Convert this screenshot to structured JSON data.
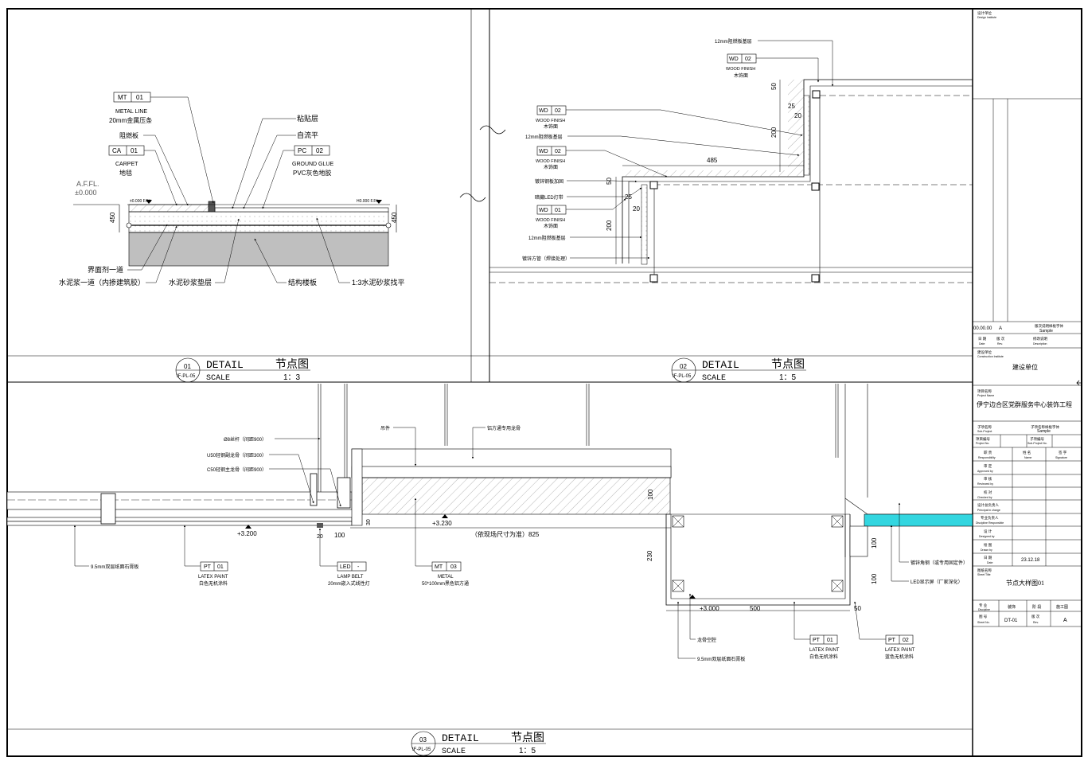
{
  "detail1": {
    "tags": [
      {
        "code": "MT",
        "num": "01",
        "en": "METAL LINE",
        "cn": "20mm金属压条"
      },
      {
        "code": "CA",
        "num": "01",
        "en": "CARPET",
        "cn": "地毯"
      },
      {
        "code": "PC",
        "num": "02",
        "en": "GROUND GLUE",
        "cn": "PVC灰色地胶"
      }
    ],
    "labels": {
      "zuranban": "阻燃板",
      "niantie": "粘贴层",
      "zilipin": "自流平",
      "afl": "A.F.FL.",
      "afl_val": "±0.000",
      "fl_left": "±0.000 F.F.L",
      "fl_right": "H0.000 F.F.L",
      "dim_height": "450",
      "jiemian": "界面剂一道",
      "shuini": "水泥浆一道（内掺建筑胶）",
      "shuinishajiang": "水泥砂浆垫层",
      "jiegou": "结构楼板",
      "zhaoping": "1:3水泥砂浆找平"
    },
    "title": {
      "num": "01",
      "ref": "IF-PL-05",
      "detail": "DETAIL",
      "cn": "节点图",
      "scale": "SCALE",
      "ratio": "1：3"
    }
  },
  "detail2": {
    "labels": {
      "jiceng_top": "12mm阻燃板基层",
      "tag_wd": "WD",
      "tag_02": "02",
      "tag_01": "01",
      "wood_finish": "WOOD FINISH",
      "mushi": "木饰面",
      "jiceng": "12mm阻燃板基层",
      "dugang": "镀锌钢板加固",
      "led": "暗藏LED灯带",
      "jiceng2": "12mm阻燃板基层",
      "fangguan": "镀锌方管（焊接处理）"
    },
    "dims": {
      "d50a": "50",
      "d25a": "25",
      "d20a": "20",
      "d200a": "200",
      "d485": "485",
      "d50b": "50",
      "d25b": "25",
      "d20b": "20",
      "d200b": "200"
    },
    "title": {
      "num": "02",
      "ref": "IF-PL-05",
      "detail": "DETAIL",
      "cn": "节点图",
      "scale": "SCALE",
      "ratio": "1：5"
    }
  },
  "detail3": {
    "labels": {
      "sigan": "Ø8丝杆（间距900）",
      "u50": "U50轻钢副龙骨（间距300）",
      "c50": "C50轻钢主龙骨（间距900）",
      "diaojian": "吊件",
      "lvfangtong": "铝方通专用龙骨",
      "lvl_3200": "+3.200",
      "lvl_3230": "+3.230",
      "lvl_3000": "+3.000",
      "dim_825": "（依现场尺寸为准）825",
      "dim_100a": "100",
      "dim_30": "30",
      "dim_20": "20",
      "dim_100b": "100",
      "dim_230": "230",
      "dim_500": "500",
      "dim_50": "50",
      "dim_100c": "100",
      "dim_100d": "100",
      "shigao": "9.5mm双层纸面石膏板",
      "longgu": "龙骨空腔",
      "shigao2": "9.5mm双层纸面石膏板",
      "dujin": "镀锌角钢（或专用固定件）",
      "led_screen": "LED显示屏（厂家深化）"
    },
    "tags": [
      {
        "code": "PT",
        "num": "01",
        "en": "LATEX PAINT",
        "cn": "白色无机涂料"
      },
      {
        "code": "LED",
        "num": "-",
        "en": "LAMP BELT",
        "cn": "20mm嵌入式线性灯"
      },
      {
        "code": "MT",
        "num": "03",
        "en": "METAL",
        "cn": "50*100mm黑色铝方通"
      },
      {
        "code": "PT",
        "num": "01",
        "en": "LATEX PAINT",
        "cn": "白色无机涂料"
      },
      {
        "code": "PT",
        "num": "02",
        "en": "LATEX PAINT",
        "cn": "蓝色无机涂料"
      }
    ],
    "title": {
      "num": "03",
      "ref": "IF-PL-05",
      "detail": "DETAIL",
      "cn": "节点图",
      "scale": "SCALE",
      "ratio": "1：5"
    }
  },
  "titleblock": {
    "design_inst_cn": "设计单位",
    "design_inst_en": "Design Institute",
    "rev_no": "00.00.00",
    "rev_letter": "A",
    "rev_sample_cn": "版次说明样板字体",
    "rev_sample": "Sample",
    "date_cn": "日 期",
    "date_en": "Date",
    "ver_cn": "版 次",
    "ver_en": "Rev.",
    "desc_cn": "修改说明",
    "desc_en": "Description",
    "constr_cn": "建设单位",
    "constr_en": "Construction Institute",
    "constr_val": "建设单位",
    "proj_cn": "项目名称",
    "proj_en": "Project Name",
    "proj_val": "伊宁边合区党群服务中心装饰工程",
    "sub_cn": "子项名称",
    "sub_en": "Sub-Project",
    "sub_sample_cn": "子项名称样板字体",
    "sub_sample": "Sample",
    "projno_cn": "项目编号",
    "projno_en": "Project No.",
    "subno_cn": "子项编号",
    "subno_en": "Sub-Project No.",
    "resp_cn": "职 责",
    "resp_en": "Responsibility",
    "name_cn": "姓 名",
    "name_en": "Name",
    "sig_cn": "签 字",
    "sig_en": "Signature",
    "approved_cn": "审 定",
    "approved_en": "Approved by",
    "reviewed_cn": "审 核",
    "reviewed_en": "Reviewed by",
    "checked_cn": "校 对",
    "checked_en": "Checked by",
    "pic_cn": "设计总负责人",
    "pic_en": "Principal in charge",
    "disc_cn": "专业负责人",
    "disc_en": "Discipline Responsible",
    "designed_cn": "设 计",
    "designed_en": "Designed by",
    "drawn_cn": "绘 图",
    "drawn_en": "Drawn by",
    "dateval_cn": "日 期",
    "dateval_en": "Date",
    "date_val": "23.12.18",
    "title_cn": "图纸名称",
    "title_en": "Sheet Title",
    "title_val": "节点大样图01",
    "disc2_cn": "专 业",
    "disc2_en": "Discipline",
    "disc2_val": "装饰",
    "stage_cn": "阶 段",
    "stage_val": "施工图",
    "sheet_cn": "图 号",
    "sheet_en": "Sheet No.",
    "sheet_val": "DT-01",
    "ver2_cn": "版 次",
    "ver2_en": "Rev.",
    "ver2_val": "A"
  }
}
